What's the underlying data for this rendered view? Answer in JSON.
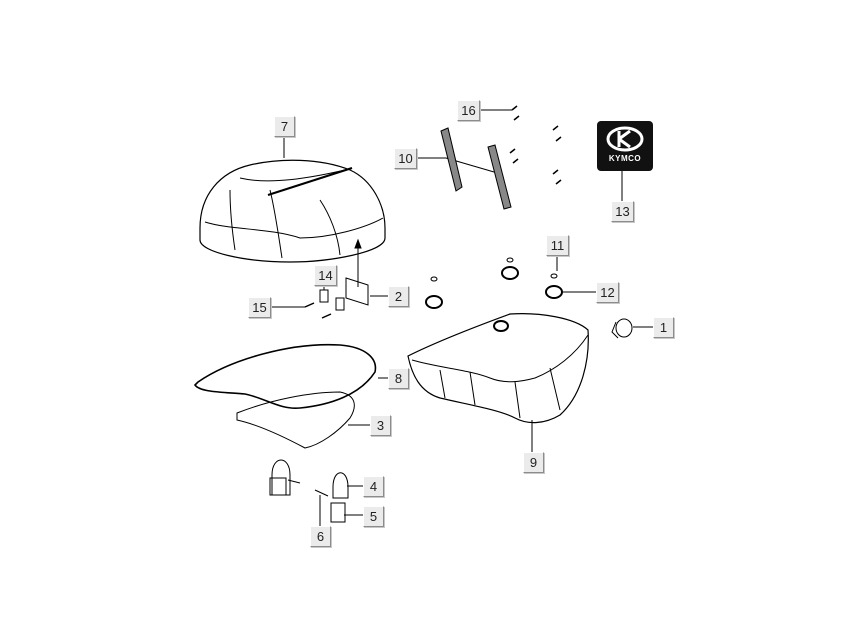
{
  "diagram": {
    "type": "exploded-parts-diagram",
    "subject": "top case / rear luggage box",
    "brand_logo": {
      "text": "KYMCO",
      "background": "#111111",
      "foreground": "#ffffff"
    },
    "line_color": "#000000",
    "callout_background": "#ebebeb"
  },
  "callouts": [
    {
      "id": "1",
      "label": "1",
      "part": "lock cylinder"
    },
    {
      "id": "2",
      "label": "2",
      "part": "hinge bracket"
    },
    {
      "id": "3",
      "label": "3",
      "part": "inner lid panel"
    },
    {
      "id": "4",
      "label": "4",
      "part": "latch hook"
    },
    {
      "id": "5",
      "label": "5",
      "part": "latch catch"
    },
    {
      "id": "6",
      "label": "6",
      "part": "pin"
    },
    {
      "id": "7",
      "label": "7",
      "part": "lid cover"
    },
    {
      "id": "8",
      "label": "8",
      "part": "seal gasket"
    },
    {
      "id": "9",
      "label": "9",
      "part": "case body"
    },
    {
      "id": "10",
      "label": "10",
      "part": "carrier strap"
    },
    {
      "id": "11",
      "label": "11",
      "part": "nut"
    },
    {
      "id": "12",
      "label": "12",
      "part": "rubber grommet"
    },
    {
      "id": "13",
      "label": "13",
      "part": "emblem"
    },
    {
      "id": "14",
      "label": "14",
      "part": "hinge clip"
    },
    {
      "id": "15",
      "label": "15",
      "part": "screw"
    },
    {
      "id": "16",
      "label": "16",
      "part": "screw"
    }
  ]
}
